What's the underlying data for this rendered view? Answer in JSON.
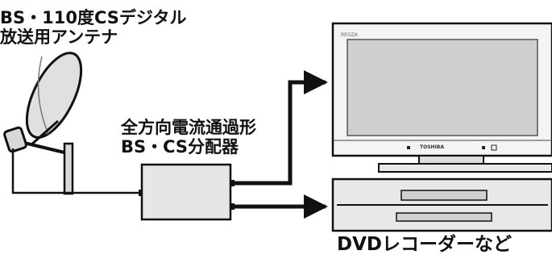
{
  "diagram": {
    "antenna_label": [
      "BS・110度CSデジタル",
      "放送用アンテナ"
    ],
    "splitter_label": [
      "全方向電流通過形",
      "BS・CS分配器"
    ],
    "recorder_label": "DVDレコーダーなど",
    "tv_brand_text": "REGZA",
    "tv_maker_text": "TOSHIBA"
  },
  "colors": {
    "line": "#111111",
    "device_fill": "#e6e6e6",
    "screen_fill": "#cfcfcf",
    "frame_fill": "#f4f4f4"
  }
}
